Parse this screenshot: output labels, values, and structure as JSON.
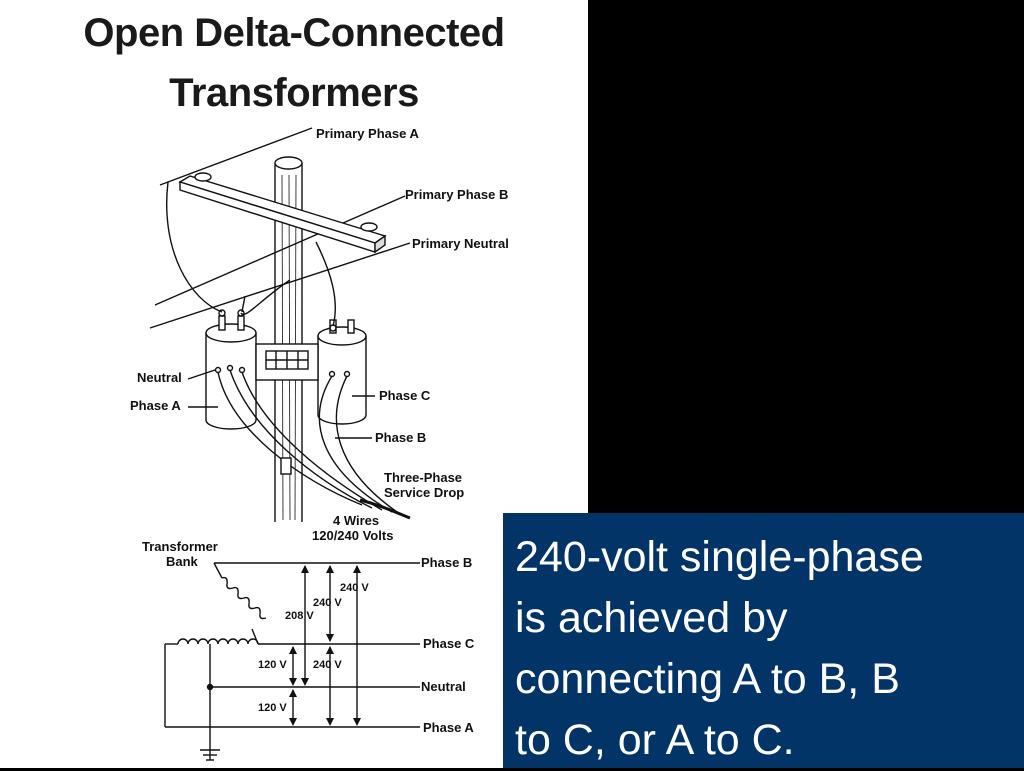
{
  "title": {
    "line1": "Open Delta-Connected",
    "line2": "Transformers"
  },
  "pole_labels": {
    "primary_phase_a": "Primary Phase A",
    "primary_phase_b": "Primary Phase B",
    "primary_neutral": "Primary Neutral",
    "neutral": "Neutral",
    "phase_a": "Phase A",
    "phase_c": "Phase C",
    "phase_b": "Phase B",
    "service_drop_line1": "Three-Phase",
    "service_drop_line2": "Service Drop",
    "wires_line1": "4 Wires",
    "wires_line2": "120/240 Volts"
  },
  "schematic_labels": {
    "bank_line1": "Transformer",
    "bank_line2": "Bank",
    "phase_b": "Phase B",
    "phase_c": "Phase C",
    "neutral": "Neutral",
    "phase_a": "Phase A",
    "v240_bc": "240 V",
    "v240_ac": "240 V",
    "v208": "208 V",
    "v240_a_c": "240 V",
    "v120_upper": "120 V",
    "v120_lower": "120 V"
  },
  "caption": {
    "line1": "240-volt single-phase",
    "line2": "is achieved by",
    "line3": "connecting A to B, B",
    "line4": "to C, or A to C."
  },
  "colors": {
    "caption_bg": "#023467",
    "caption_text": "#ffffff",
    "page_bg": "#000000",
    "figure_bg": "#ffffff"
  }
}
